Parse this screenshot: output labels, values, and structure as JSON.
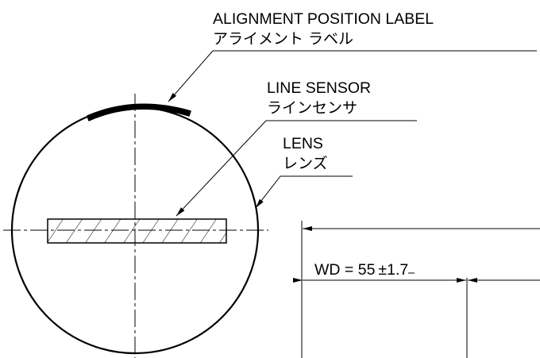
{
  "labels": {
    "alignment_en": "ALIGNMENT POSITION LABEL",
    "alignment_ja": "アライメント ラベル",
    "sensor_en": "LINE SENSOR",
    "sensor_ja": "ラインセンサ",
    "lens_en": "LENS",
    "lens_ja": "レンズ"
  },
  "dimension": {
    "prefix": "WD = ",
    "nominal": "55",
    "tol_symbol": "±",
    "tolerance": "1.7"
  },
  "colors": {
    "ink": "#000000",
    "paper": "#ffffff"
  }
}
